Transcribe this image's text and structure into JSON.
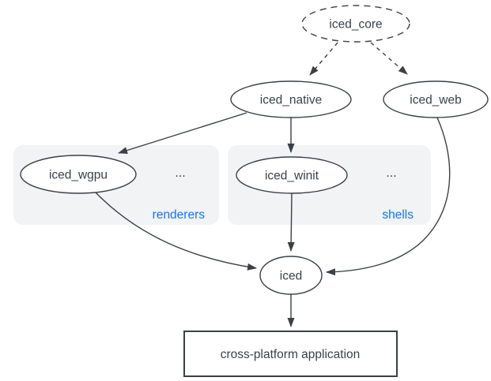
{
  "colors": {
    "accent_blue": "#1a73e8",
    "group_box_fill": "#f1f3f4",
    "stroke_dark": "#3b4045",
    "node_fill": "#ffffff",
    "background": "#ffffff"
  },
  "nodes": {
    "iced_core": {
      "label": "iced_core"
    },
    "iced_native": {
      "label": "iced_native"
    },
    "iced_web": {
      "label": "iced_web"
    },
    "iced_wgpu": {
      "label": "iced_wgpu"
    },
    "iced_winit": {
      "label": "iced_winit"
    },
    "iced": {
      "label": "iced"
    },
    "application": {
      "label": "cross-platform application"
    }
  },
  "groups": {
    "renderers": {
      "label": "renderers",
      "ellipsis": "..."
    },
    "shells": {
      "label": "shells",
      "ellipsis": "..."
    }
  },
  "edges": [
    {
      "from": "iced_core",
      "to": "iced_native",
      "style": "dashed"
    },
    {
      "from": "iced_core",
      "to": "iced_web",
      "style": "dashed"
    },
    {
      "from": "iced_native",
      "to": "iced_wgpu",
      "style": "solid"
    },
    {
      "from": "iced_native",
      "to": "iced_winit",
      "style": "solid"
    },
    {
      "from": "iced_wgpu",
      "to": "iced",
      "style": "solid"
    },
    {
      "from": "iced_winit",
      "to": "iced",
      "style": "solid"
    },
    {
      "from": "iced_web",
      "to": "iced",
      "style": "solid"
    },
    {
      "from": "iced",
      "to": "application",
      "style": "solid"
    }
  ]
}
